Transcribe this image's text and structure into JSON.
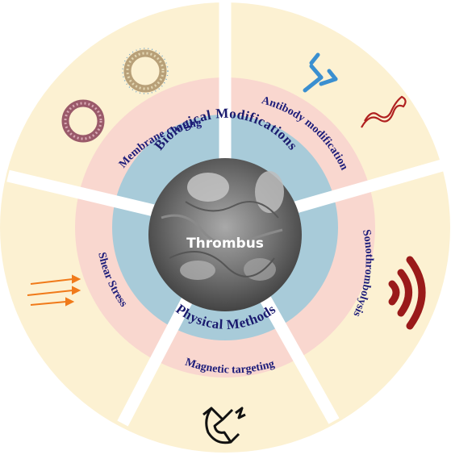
{
  "center": {
    "label": "Thrombus"
  },
  "groups": {
    "top": "Biological Modifications",
    "bottom": "Physical Methods"
  },
  "sectors": [
    {
      "label": "Membrane coating",
      "icon": "membrane-vesicle-icon"
    },
    {
      "label": "Antibody modification",
      "icon": "antibody-icon"
    },
    {
      "label": "Sonothrombolysis",
      "icon": "sound-wave-icon"
    },
    {
      "label": "Magnetic targeting",
      "icon": "magnet-icon"
    },
    {
      "label": "Shear Stress",
      "icon": "flow-arrows-icon"
    }
  ],
  "colors": {
    "outer_ring": "#fcf1d2",
    "middle_ring": "#f9d7cf",
    "inner_ring": "#a8cbd9",
    "label_text": "#1d1d7a",
    "wave": "#9a1a1a",
    "arrows": "#f07a1a"
  }
}
